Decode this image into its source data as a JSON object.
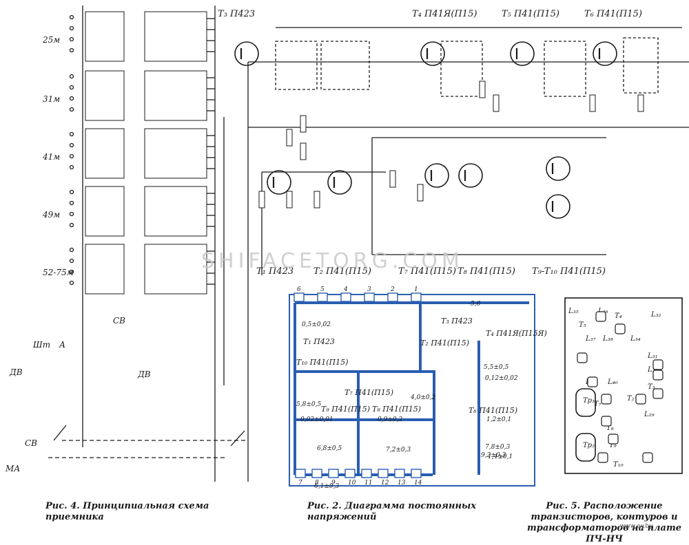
{
  "bands": [
    "25м",
    "31м",
    "41м",
    "49м",
    "52-75м"
  ],
  "top_transistors": [
    "T₃ П423",
    "T₄ П41Я(П15)",
    "T₅ П41(П15)",
    "T₆ П41(П15)"
  ],
  "bottom_transistors": [
    "T₁ П423",
    "T₂ П41(П15)",
    "T₇ П41(П15)",
    "T₈ П41(П15)",
    "T₉-T₁₀ П41(П15)"
  ],
  "switches": {
    "shtyr": "Шт",
    "antenna": "А",
    "dv": "ДВ",
    "sv": "СВ",
    "ma": "МА"
  },
  "diagram2": {
    "transistors": [
      "T₃ П423",
      "T₁ П423",
      "T₂ П41(П15)",
      "T₁₀ П41(П15)",
      "T₇ П41(П15)",
      "T₄ П41Я(П15Я)",
      "T₉ П41(П15)",
      "T₈ П41(П15)",
      "T₆ П41(П15)"
    ],
    "voltages": [
      "-5,6",
      "0,5±0,02",
      "6,1±0,3",
      "1,2±0,1",
      "9,2±0,3",
      "5,5±0,5",
      "0,12±0,02",
      "7,8±0,3",
      "1,4±0,1",
      "0,02±0,01",
      "5,8±0,5",
      "0,9±0,2",
      "6,8±0,5",
      "4,0±0,2",
      "7,2±0,3"
    ],
    "pins_top": [
      "6",
      "5",
      "4",
      "3",
      "2",
      "1"
    ],
    "pins_bottom": [
      "7",
      "8",
      "9",
      "10",
      "11",
      "12",
      "13",
      "14"
    ]
  },
  "fig5": {
    "items": [
      "L₃₅",
      "L₃₆",
      "T₅",
      "T₄",
      "L₃₂",
      "L₃₇",
      "L₃₈",
      "L₃₄",
      "L₃₁",
      "T₆",
      "L₃₀",
      "L₃₉",
      "L₄₀",
      "T₃",
      "T₇",
      "T₂",
      "L₂₉",
      "Tр₁",
      "T₈",
      "T₉",
      "Tр₂",
      "T₁₀",
      "T₁"
    ]
  },
  "captions": {
    "fig4": "Рис. 4. Принципиальная схема приемника",
    "fig2": "Рис. 2. Диаграмма постоянных напряжений",
    "fig5": "Рис. 5. Расположение транзисторов, контуров и трансформаторов на плате ПЧ-НЧ"
  },
  "watermark": "SHIFACETORG.COM",
  "url": "www.ay.by",
  "colors": {
    "ink": "#1a1a1a",
    "blue": "#2a5db0",
    "blue_light": "#7fa3de"
  }
}
